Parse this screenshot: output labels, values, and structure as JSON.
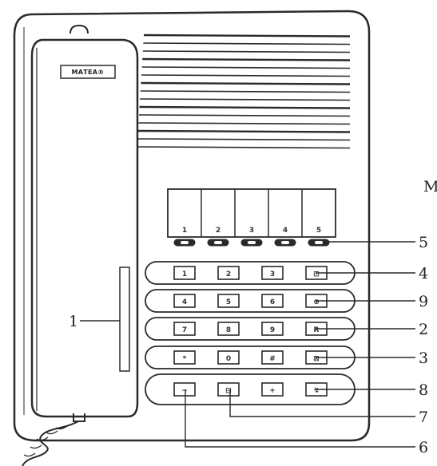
{
  "brand_label": "МАТЕА®",
  "side_letter": "M",
  "callouts": {
    "c1": "1",
    "c2": "2",
    "c3": "3",
    "c4": "4",
    "c5": "5",
    "c6": "6",
    "c7": "7",
    "c8": "8",
    "c9": "9"
  },
  "memory_slots": [
    "1",
    "2",
    "3",
    "4",
    "5"
  ],
  "keypad_rows": [
    [
      "1",
      "2",
      "3",
      "⊡"
    ],
    [
      "4",
      "5",
      "6",
      "⊕"
    ],
    [
      "7",
      "8",
      "9",
      "R"
    ],
    [
      "*",
      "0",
      "#",
      "⊠"
    ],
    [
      "−",
      "⊟",
      "+",
      "↯"
    ]
  ],
  "ink_color": "#2a2a2a"
}
